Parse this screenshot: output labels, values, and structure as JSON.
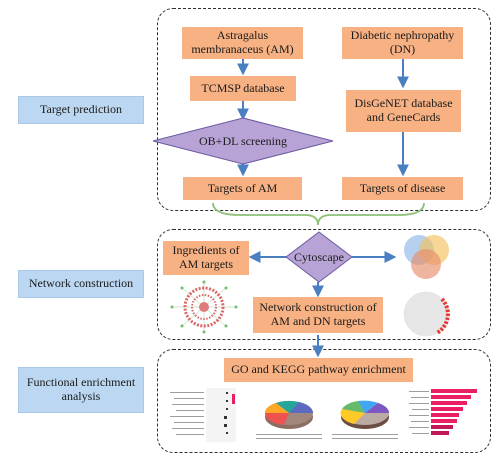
{
  "stages": {
    "target_prediction": "Target prediction",
    "network_construction": "Network construction",
    "functional_enrichment_line1": "Functional enrichment",
    "functional_enrichment_line2": "analysis"
  },
  "boxes": {
    "am_line1": "Astragalus",
    "am_line2": "membranaceus (AM)",
    "dn_line1": "Diabetic nephropathy",
    "dn_line2": "(DN)",
    "tcmsp": "TCMSP database",
    "screening": "OB+DL screening",
    "disgenet_line1": "DisGeNET database",
    "disgenet_line2": "and GeneCards",
    "targets_am": "Targets of AM",
    "targets_disease": "Targets of disease",
    "cytoscape": "Cytoscape",
    "ingredients_line1": "Ingredients of",
    "ingredients_line2": "AM targets",
    "network_line1": "Network construction of",
    "network_line2": "AM and DN targets",
    "go_kegg": "GO and KEGG pathway enrichment"
  },
  "colors": {
    "stage_fill": "#bcd7f1",
    "box_fill": "#f7b183",
    "diamond_fill": "#b8a3d6",
    "arrow": "#4a7fc1",
    "brace": "#8dc07a"
  }
}
